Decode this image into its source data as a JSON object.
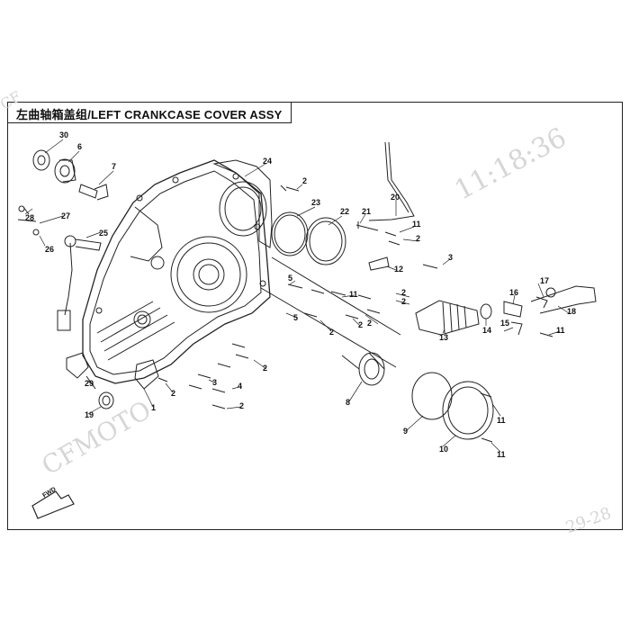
{
  "title": "左曲轴箱盖组/LEFT CRANKCASE COVER ASSY",
  "watermarks": [
    "11:18:36",
    "CFMOTO",
    "29-28",
    "CF"
  ],
  "fwd_label": "FWD",
  "callouts": [
    "30",
    "6",
    "7",
    "24",
    "2",
    "23",
    "22",
    "21",
    "20",
    "11",
    "2",
    "28",
    "27",
    "25",
    "26",
    "3",
    "12",
    "5",
    "11",
    "2",
    "2",
    "2",
    "17",
    "16",
    "18",
    "14",
    "15",
    "11",
    "13",
    "5",
    "2",
    "2",
    "2",
    "29",
    "2",
    "3",
    "4",
    "1",
    "2",
    "8",
    "9",
    "11",
    "10",
    "11",
    "19"
  ],
  "colors": {
    "line": "#222222",
    "label": "#111111",
    "watermark": "#d6d6d6"
  }
}
